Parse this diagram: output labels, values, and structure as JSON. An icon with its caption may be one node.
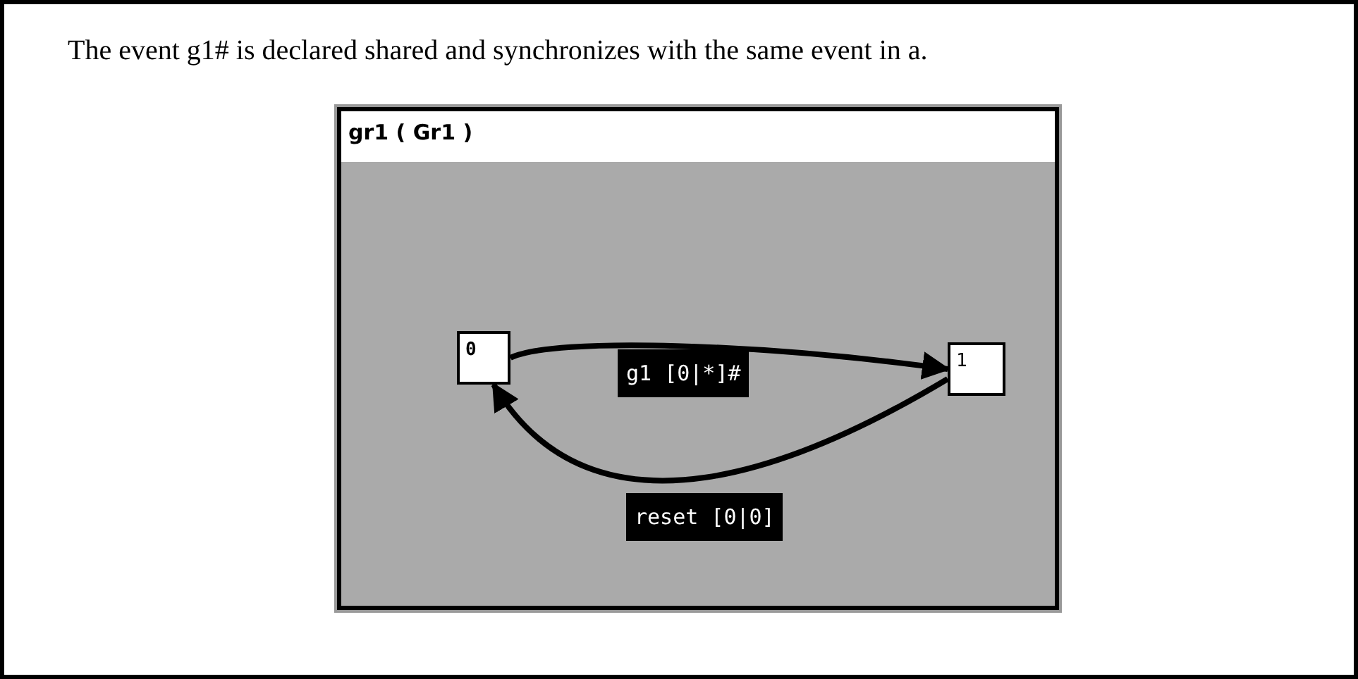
{
  "diagram": {
    "title": "The event g1# is declared shared and synchronizes with the same event in a.",
    "nodes": [
      {
        "text": [
          "gr1 ( Gr1 )"
        ]
      },
      {
        "text": [
          "0"
        ],
        "in": 0
      },
      {
        "text": [
          "1"
        ],
        "in": 0
      }
    ],
    "edges": [
      {
        "from": 1,
        "to": 2,
        "arrow": "to",
        "label": "g1 [0|*]#"
      },
      {
        "from": 2,
        "to": 1,
        "arrow": "to",
        "label": "reset [0|0]"
      }
    ]
  }
}
